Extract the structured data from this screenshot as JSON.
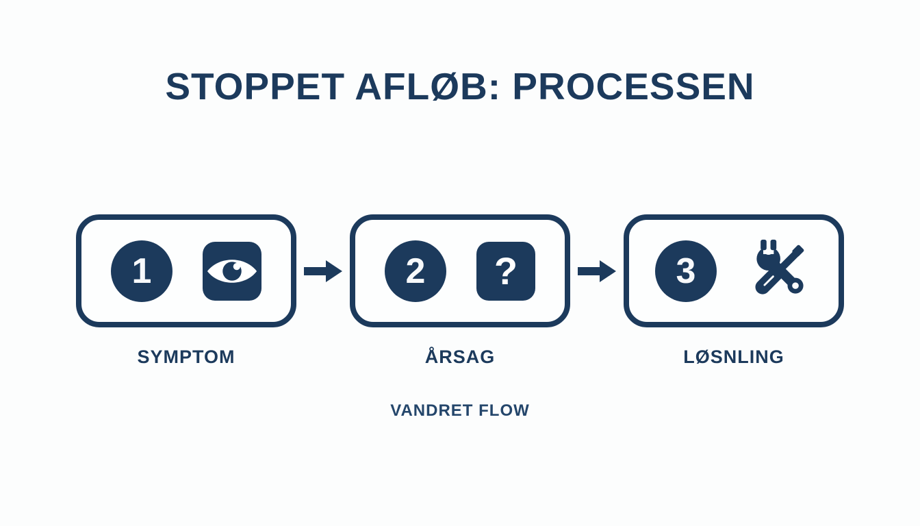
{
  "title": "STOPPET AFLØB: PROCESSEN",
  "footer_note": "VANDRET FLOW",
  "colors": {
    "navy": "#1c3a5c",
    "background": "#fcfdfd",
    "white": "#ffffff"
  },
  "steps": [
    {
      "number": "1",
      "label": "SYMPTOM",
      "icon": "eye-icon"
    },
    {
      "number": "2",
      "label": "ÅRSAG",
      "icon": "question-mark-icon",
      "question_glyph": "?"
    },
    {
      "number": "3",
      "label": "LØSNLING",
      "icon": "tools-icon"
    }
  ],
  "arrow": {
    "direction": "right"
  }
}
